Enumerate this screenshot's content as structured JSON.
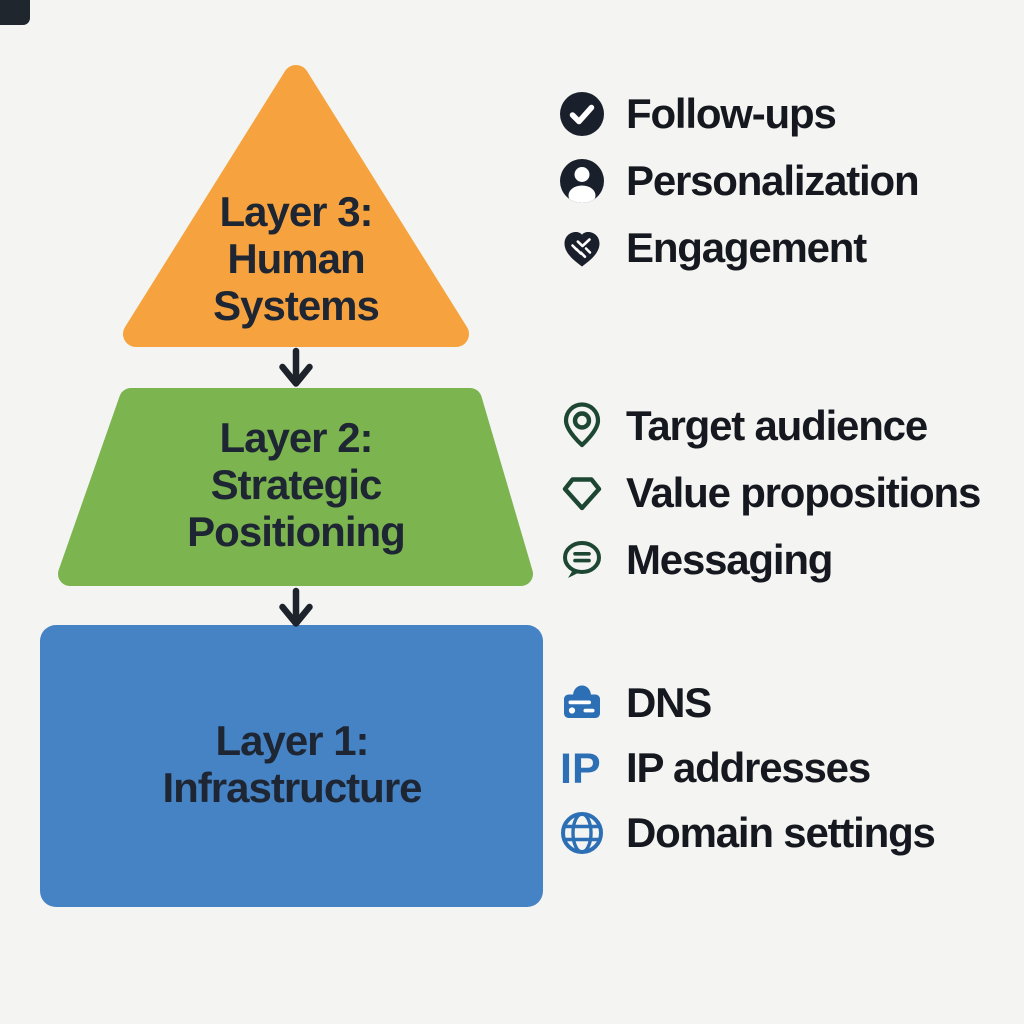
{
  "colors": {
    "bg": "#f4f4f2",
    "layer3": "#f6a33f",
    "layer2": "#7cb450",
    "layer1": "#4583c4",
    "shape-text": "#1e2533",
    "arrow": "#1d222b",
    "label-text": "#15181e",
    "corner-mark": "#20262e"
  },
  "pyramid": {
    "layers": [
      {
        "title": "Layer 3: Human Systems",
        "lines": [
          "Layer 3:",
          "Human",
          "Systems"
        ],
        "shape": "triangle",
        "color": "#f6a33f"
      },
      {
        "title": "Layer 2: Strategic Positioning",
        "lines": [
          "Layer 2:",
          "Strategic",
          "Positioning"
        ],
        "shape": "trapezoid",
        "color": "#7cb450"
      },
      {
        "title": "Layer 1: Infrastructure",
        "lines": [
          "Layer 1:",
          "Infrastructure"
        ],
        "shape": "rectangle",
        "color": "#4583c4"
      }
    ]
  },
  "legend": {
    "groups": [
      {
        "name": "human-systems-items",
        "icon_color": "#1a202b",
        "items": [
          {
            "icon": "check-circle-icon",
            "label": "Follow-ups"
          },
          {
            "icon": "user-circle-icon",
            "label": "Personalization"
          },
          {
            "icon": "handshake-icon",
            "label": "Engagement"
          }
        ]
      },
      {
        "name": "strategic-positioning-items",
        "icon_color": "#1d4732",
        "items": [
          {
            "icon": "target-pin-icon",
            "label": "Target audience"
          },
          {
            "icon": "gem-icon",
            "label": "Value propositions"
          },
          {
            "icon": "chat-bubble-icon",
            "label": "Messaging"
          }
        ]
      },
      {
        "name": "infrastructure-items",
        "icon_color": "#2d6fb5",
        "items": [
          {
            "icon": "server-icon",
            "label": "DNS"
          },
          {
            "icon": "ip-letters-icon",
            "icon_text": "IP",
            "label": "IP addresses"
          },
          {
            "icon": "globe-icon",
            "label": "Domain settings"
          }
        ]
      }
    ]
  }
}
